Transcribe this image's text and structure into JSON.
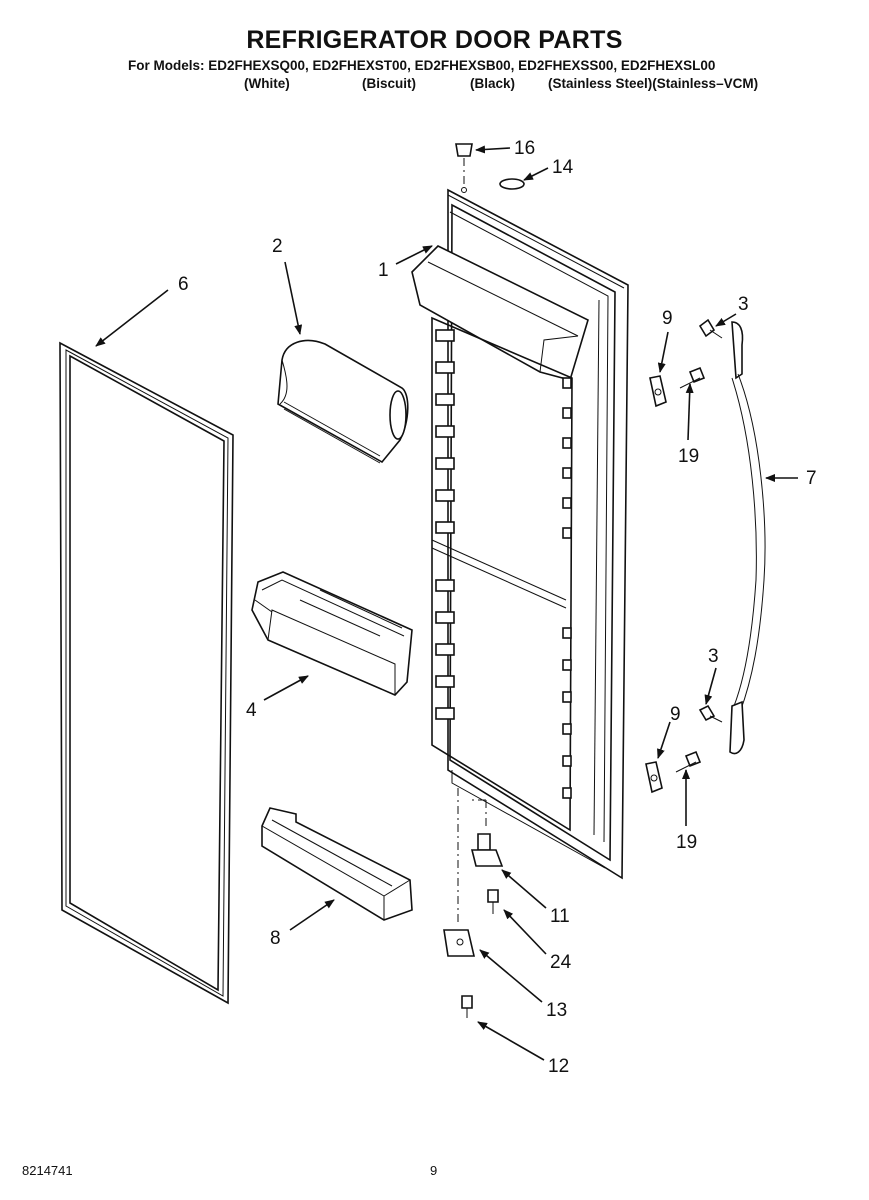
{
  "header": {
    "title": "REFRIGERATOR DOOR PARTS",
    "models_line": "For Models: ED2FHEXSQ00, ED2FHEXST00, ED2FHEXSB00, ED2FHEXSS00, ED2FHEXSL00",
    "colors": [
      "(White)",
      "(Biscuit)",
      "(Black)",
      "(Stainless Steel)(Stainless–VCM)"
    ]
  },
  "callouts": {
    "c1": "1",
    "c2": "2",
    "c3a": "3",
    "c3b": "3",
    "c4": "4",
    "c6": "6",
    "c7": "7",
    "c8": "8",
    "c9a": "9",
    "c9b": "9",
    "c11": "11",
    "c12": "12",
    "c13": "13",
    "c14": "14",
    "c16": "16",
    "c19a": "19",
    "c19b": "19",
    "c24": "24"
  },
  "footer": {
    "doc_number": "8214741",
    "page_number": "9"
  }
}
